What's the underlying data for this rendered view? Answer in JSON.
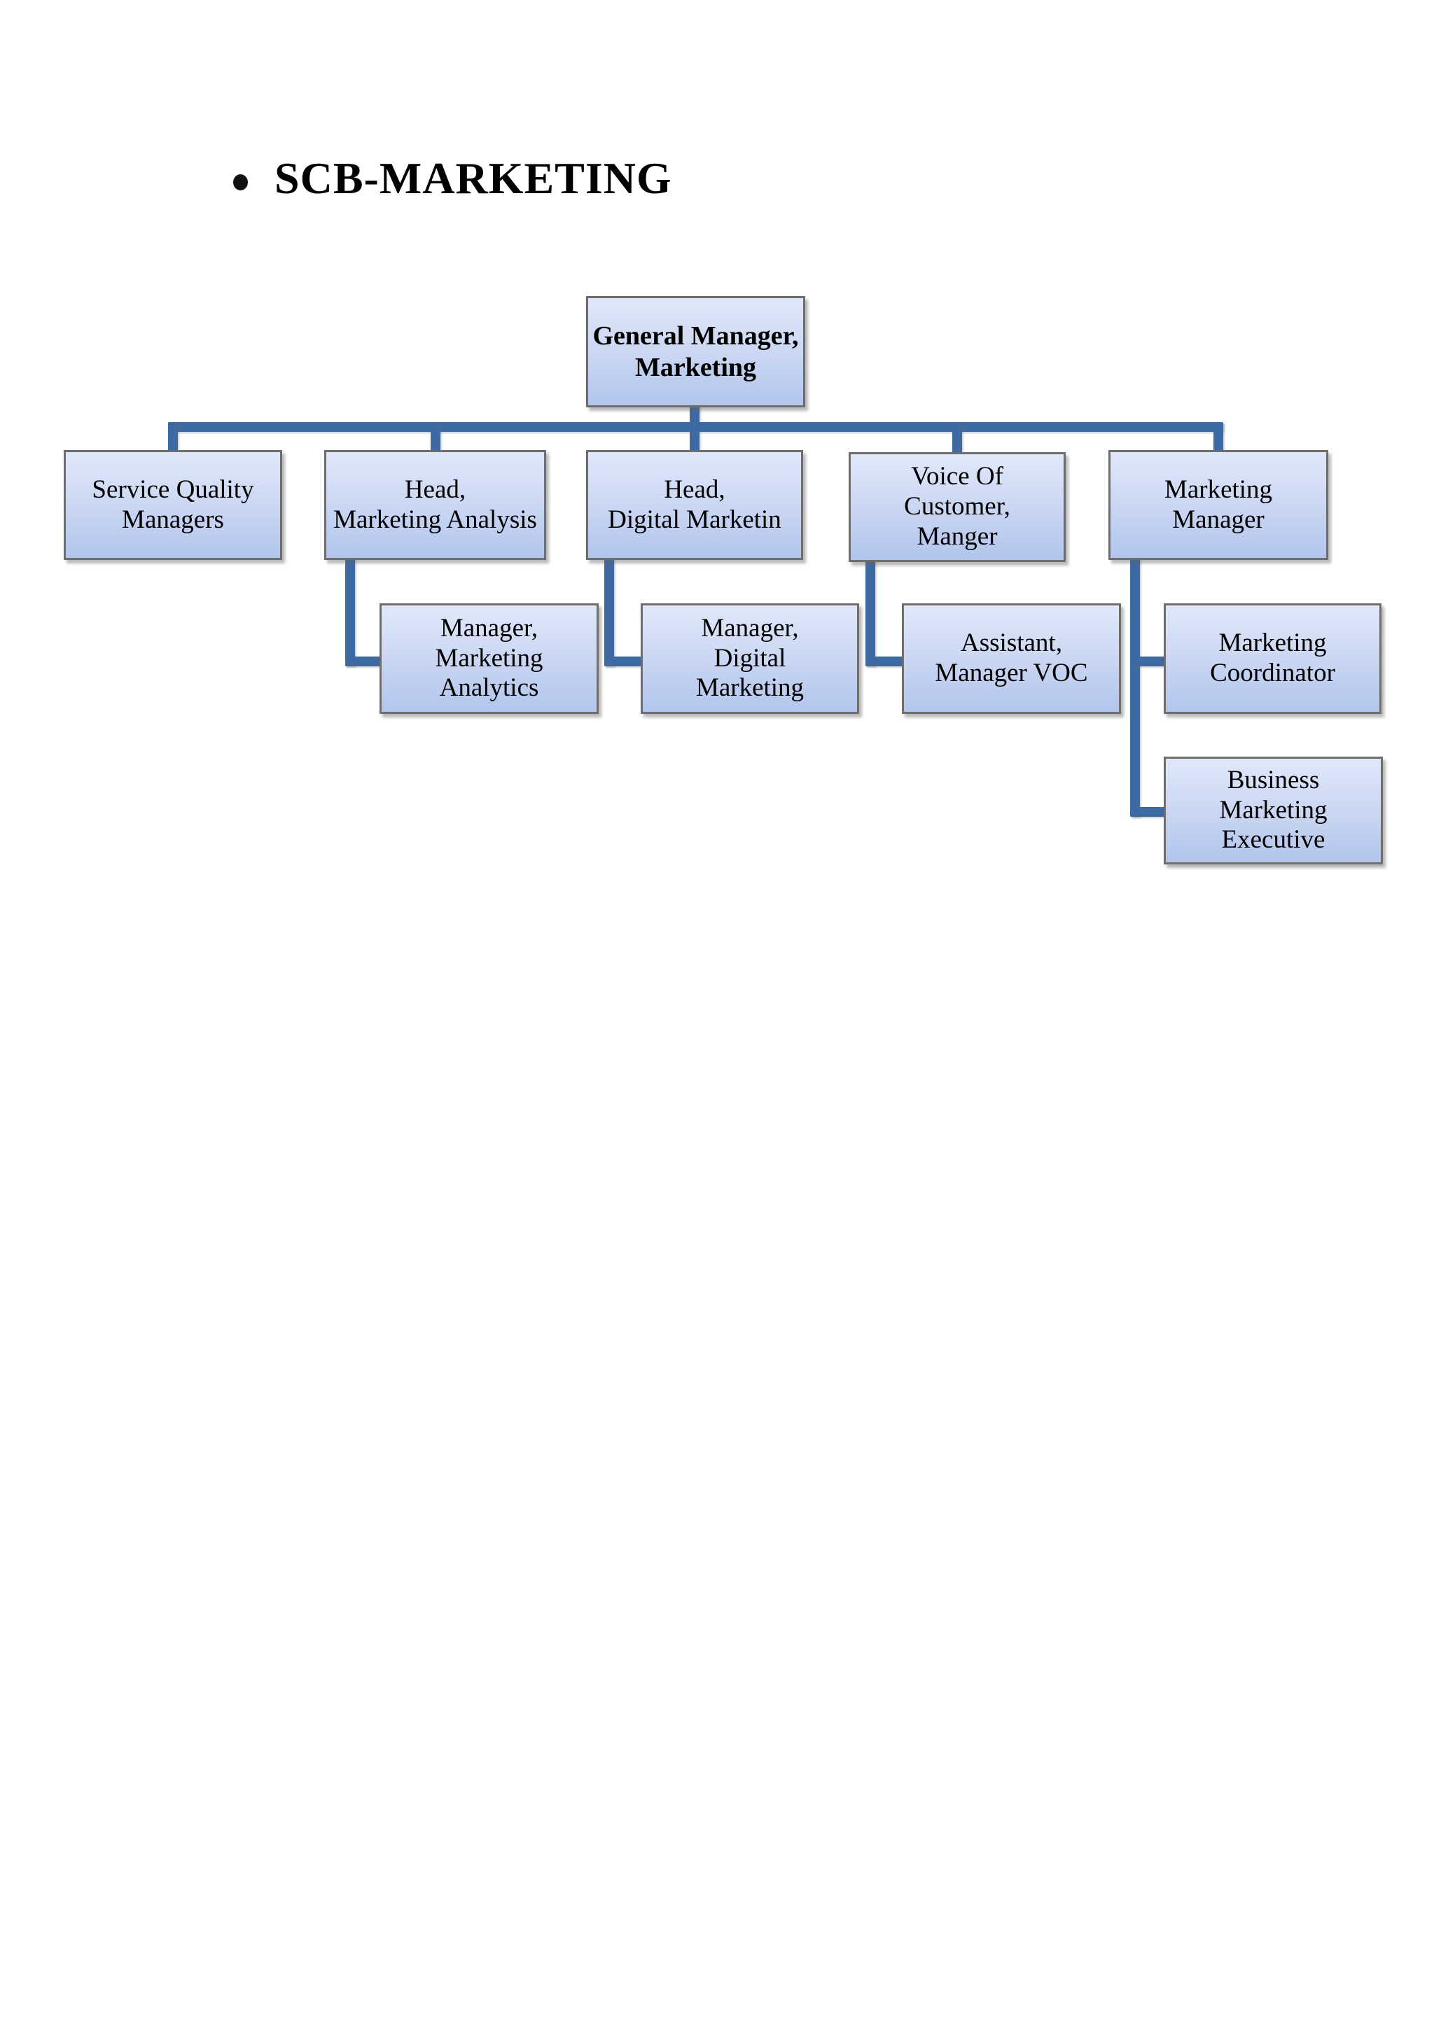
{
  "document": {
    "title": "SCB-MARKETING"
  },
  "diagram": {
    "type": "org-chart",
    "colors": {
      "node_fill_top": "#e0e8fa",
      "node_fill_bottom": "#b2c5ed",
      "node_border": "#6e6e6e",
      "connector": "#3e6aa3",
      "text": "#000000"
    },
    "nodes": [
      {
        "id": "general-manager-marketing",
        "label": "General Manager,\nMarketing",
        "level": 0,
        "parent": null
      },
      {
        "id": "service-quality-managers",
        "label": "Service Quality\nManagers",
        "level": 1,
        "parent": "general-manager-marketing"
      },
      {
        "id": "head-marketing-analysis",
        "label": "Head,\nMarketing Analysis",
        "level": 1,
        "parent": "general-manager-marketing"
      },
      {
        "id": "head-digital-marketin",
        "label": "Head,\nDigital Marketin",
        "level": 1,
        "parent": "general-manager-marketing"
      },
      {
        "id": "voice-of-customer-manger",
        "label": "Voice Of\nCustomer,\nManger",
        "level": 1,
        "parent": "general-manager-marketing"
      },
      {
        "id": "marketing-manager",
        "label": "Marketing\nManager",
        "level": 1,
        "parent": "general-manager-marketing"
      },
      {
        "id": "manager-marketing-analytics",
        "label": "Manager,\nMarketing\nAnalytics",
        "level": 2,
        "parent": "head-marketing-analysis"
      },
      {
        "id": "manager-digital-marketing",
        "label": "Manager,\nDigital\nMarketing",
        "level": 2,
        "parent": "head-digital-marketin"
      },
      {
        "id": "assistant-manager-voc",
        "label": "Assistant,\nManager VOC",
        "level": 2,
        "parent": "voice-of-customer-manger"
      },
      {
        "id": "marketing-coordinator",
        "label": "Marketing\nCoordinator",
        "level": 2,
        "parent": "marketing-manager"
      },
      {
        "id": "business-marketing-executive",
        "label": "Business\nMarketing\nExecutive",
        "level": 2,
        "parent": "marketing-manager"
      }
    ]
  }
}
